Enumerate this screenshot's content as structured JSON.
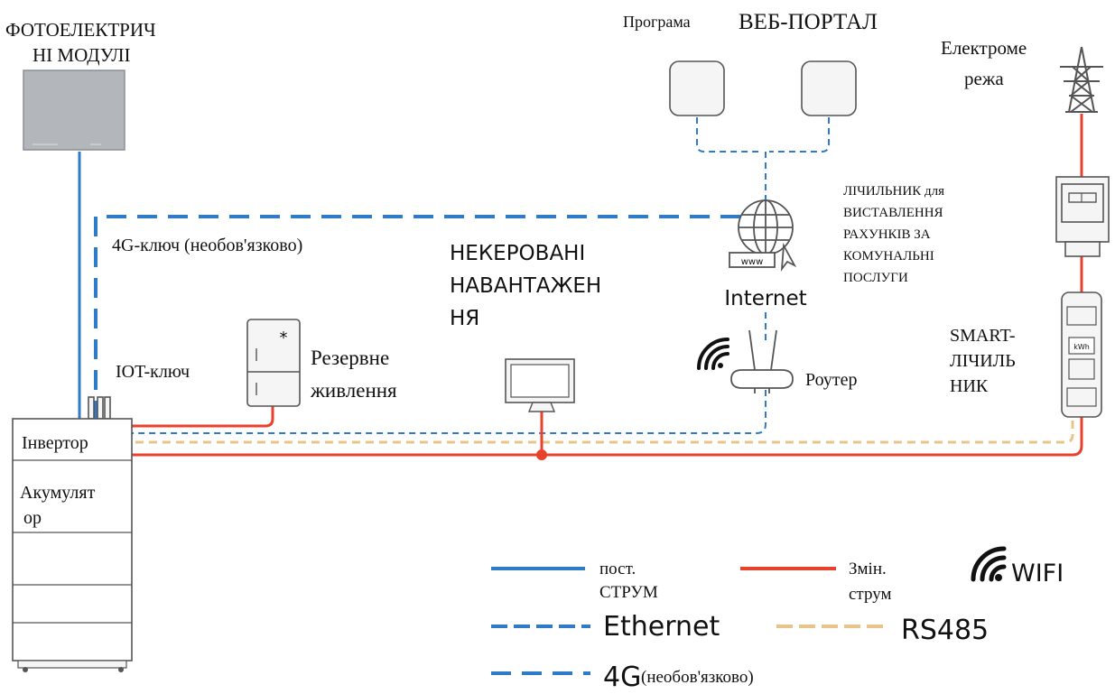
{
  "colors": {
    "dc": "#2f7bc8",
    "ac": "#e8412c",
    "ethernet": "#2f7bc8",
    "rs485": "#e8c48a",
    "fourg": "#2f7bc8",
    "device_outline": "#555555"
  },
  "labels": {
    "pv_modules": [
      "ФОТОЕЛЕКТРИЧ",
      "НІ МОДУЛІ"
    ],
    "program": "Програма",
    "web_portal": "ВЕБ-ПОРТАЛ",
    "grid": [
      "Електроме",
      "режа"
    ],
    "utility_meter": [
      "ЛІЧИЛЬНИК для",
      "ВИСТАВЛЕННЯ",
      "РАХУНКІВ ЗА",
      "КОМУНАЛЬНІ",
      "ПОСЛУГИ"
    ],
    "internet": "Internet",
    "www": "www",
    "router": "Роутер",
    "smart_meter": [
      "SMART-",
      "ЛІЧИЛЬ",
      "НИК"
    ],
    "smart_meter_display": "kWh",
    "four_g_dongle": "4G-ключ (необов'язково)",
    "iot_dongle": "IOT-ключ",
    "uncontrolled_loads": [
      "НЕКЕРОВАНІ",
      "НАВАНТАЖЕН",
      "НЯ"
    ],
    "backup_power": [
      "Резервне",
      "живлення"
    ],
    "inverter": "Інвертор",
    "battery": [
      "Акумулят",
      "ор"
    ]
  },
  "legend": {
    "dc": [
      "пост.",
      "СТРУМ"
    ],
    "ac": [
      "Змін.",
      "струм"
    ],
    "wifi": "WIFI",
    "ethernet": "Ethernet",
    "rs485": "RS485",
    "fourg_main": "4G",
    "fourg_note": "(необов'язково)"
  },
  "icons": {
    "pv_panel": "solar-panel-icon",
    "app": "app-device-icon",
    "portal": "web-portal-device-icon",
    "tower": "transmission-tower-icon",
    "meter": "utility-meter-icon",
    "globe": "globe-icon",
    "router": "router-icon",
    "wifi": "wifi-icon",
    "smart_meter": "smart-meter-icon",
    "backup": "backup-panel-icon",
    "monitor": "monitor-icon",
    "inverter": "inverter-battery-stack-icon"
  }
}
